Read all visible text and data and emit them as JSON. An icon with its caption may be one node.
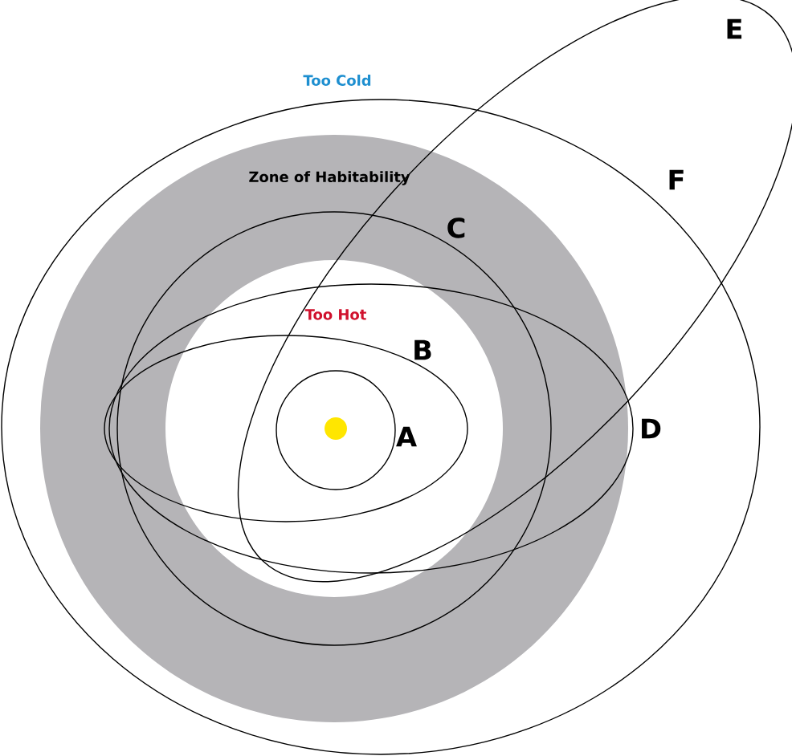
{
  "diagram": {
    "labels": [
      "E",
      "Too Cold",
      "Zone of Habitability",
      "F",
      "C",
      "Too Hot",
      "B",
      "D",
      "A"
    ]
  }
}
